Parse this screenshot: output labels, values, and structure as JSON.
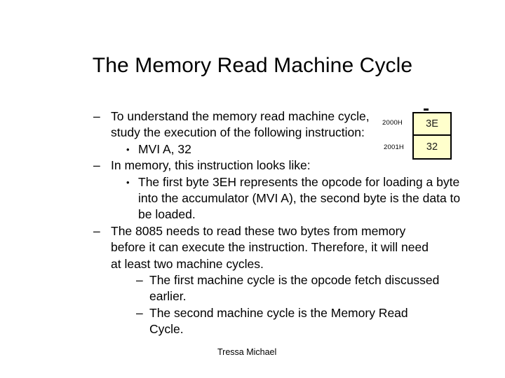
{
  "slide": {
    "title": "The Memory Read Machine Cycle",
    "author_credit": "Tressa Michael",
    "background_color": "#ffffff",
    "text_color": "#000000"
  },
  "markers": {
    "dash": "–",
    "dot": "•"
  },
  "outline": [
    {
      "level": 1,
      "marker": "–",
      "text": "To understand the memory read machine cycle, study the execution of the following instruction:"
    },
    {
      "level": 2,
      "marker": "•",
      "text": "MVI A, 32"
    },
    {
      "level": 1,
      "marker": "–",
      "text": "In memory, this instruction looks like:"
    },
    {
      "level": 2,
      "marker": "•",
      "text": "The first byte 3EH represents the opcode for loading a byte into the accumulator (MVI A), the second byte is the data to be loaded."
    },
    {
      "level": 1,
      "marker": "–",
      "text": "The 8085 needs to read these two bytes from memory before it can execute the instruction. Therefore, it will need at least two machine cycles."
    },
    {
      "level": 3,
      "marker": "–",
      "text": "The first machine cycle is the opcode fetch discussed earlier."
    },
    {
      "level": 3,
      "marker": "–",
      "text": "The second machine cycle is the Memory Read Cycle."
    }
  ],
  "memory_table": {
    "fill_color": "#ffffcc",
    "border_color": "#000000",
    "rows": [
      {
        "address": "2000H",
        "value": "3E"
      },
      {
        "address": "2001H",
        "value": "32"
      }
    ]
  }
}
